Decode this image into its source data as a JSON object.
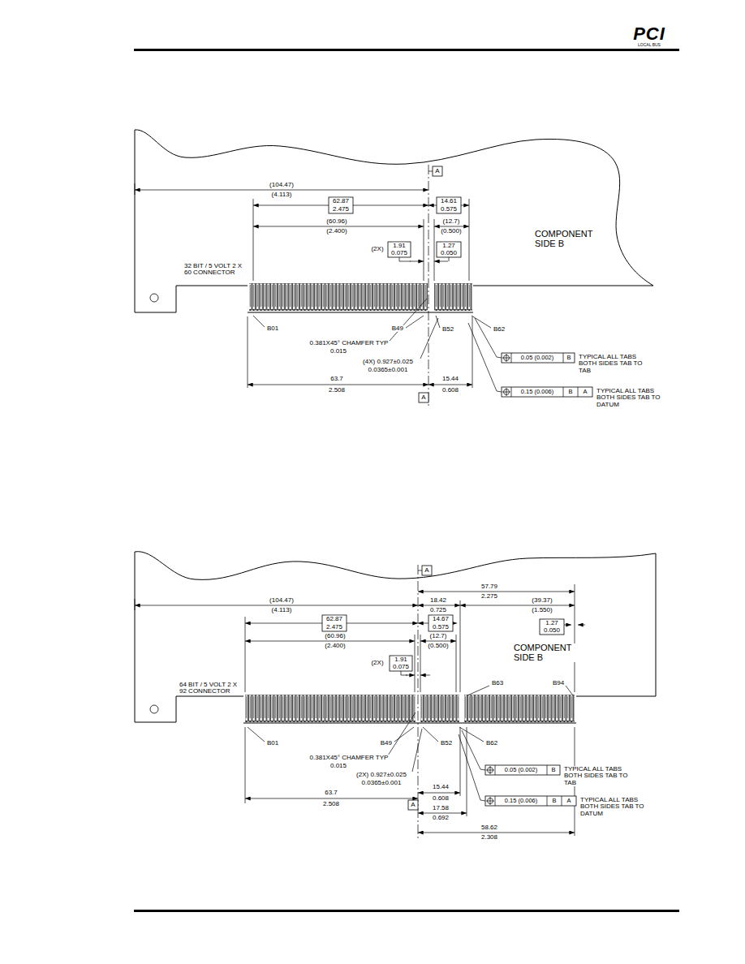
{
  "diagram": {
    "labels": [
      "PCI",
      "LOCAL BUS",
      "A",
      "(104.47)",
      "(4.113)",
      "62.87",
      "2.475",
      "14.61",
      "0.575",
      "(60.96)",
      "(2.400)",
      "(12.7)",
      "(0.500)",
      "(2X)",
      "1.91",
      "0.075",
      "1.27",
      "0.050",
      "COMPONENT SIDE B",
      "32 BIT / 5 VOLT 2 X 60 CONNECTOR",
      "B01",
      "B49",
      "B52",
      "B62",
      "0.381X45° CHAMFER TYP",
      "0.015",
      "(4X) 0.927±0.025",
      "0.0365±0.001",
      "63.7",
      "2.508",
      "15.44",
      "0.608",
      "A",
      "0.05 (0.002)",
      "B",
      "TYPICAL ALL TABS BOTH SIDES TAB TO TAB",
      "0.15 (0.006)",
      "B",
      "A",
      "TYPICAL ALL TABS BOTH SIDES TAB TO DATUM",
      "A",
      "57.79",
      "2.275",
      "(104.47)",
      "(4.113)",
      "18.42",
      "0.725",
      "(39.37)",
      "(1.550)",
      "62.87",
      "2.475",
      "14.67",
      "0.575",
      "1.27",
      "0.050",
      "(60.96)",
      "(2.400)",
      "(12.7)",
      "(0.500)",
      "(2X)",
      "1.91",
      "0.075",
      "COMPONENT SIDE B",
      "64 BIT / 5 VOLT 2 X 92 CONNECTOR",
      "B63",
      "B94",
      "B01",
      "B49",
      "B52",
      "B62",
      "0.381X45° CHAMFER TYP",
      "0.015",
      "(2X) 0.927±0.025",
      "0.0365±0.001",
      "63.7",
      "2.508",
      "15.44",
      "0.608",
      "A",
      "17.58",
      "0.692",
      "58.62",
      "2.308",
      "0.05 (0.002)",
      "B",
      "TYPICAL ALL TABS BOTH SIDES TAB TO TAB",
      "0.15 (0.006)",
      "B",
      "A",
      "TYPICAL ALL TABS BOTH SIDES TAB TO DATUM"
    ]
  }
}
